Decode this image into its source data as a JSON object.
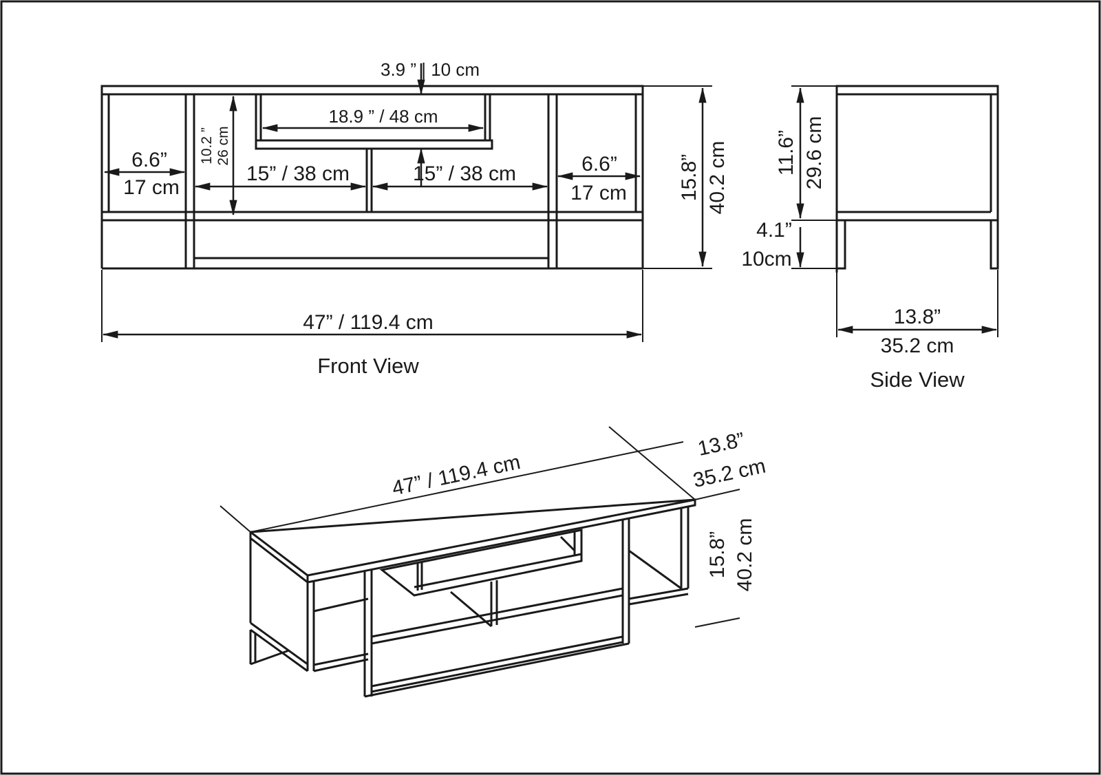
{
  "front_view": {
    "caption": "Front View",
    "top_gap": "3.9 ” | 10 cm",
    "shelf_width": "18.9 ” / 48 cm",
    "inner_height_in": "10.2 ”",
    "inner_height_cm": "26 cm",
    "left_width_in": "6.6”",
    "left_width_cm": "17 cm",
    "mid_left": "15” / 38 cm",
    "mid_right": "15” / 38 cm",
    "right_width_in": "6.6”",
    "right_width_cm": "17 cm",
    "total_height_in": "15.8”",
    "total_height_cm": "40.2 cm",
    "total_width": "47” / 119.4 cm"
  },
  "side_view": {
    "caption": "Side View",
    "upper_height_in": "11.6”",
    "upper_height_cm": "29.6 cm",
    "leg_height_in": "4.1”",
    "leg_height_cm": "10cm",
    "depth_in": "13.8”",
    "depth_cm": "35.2 cm"
  },
  "perspective_view": {
    "width": "47” / 119.4 cm",
    "depth_in": "13.8”",
    "depth_cm": "35.2 cm",
    "height_in": "15.8”",
    "height_cm": "40.2 cm"
  },
  "colors": {
    "line": "#1a1a1a",
    "background": "#ffffff"
  }
}
